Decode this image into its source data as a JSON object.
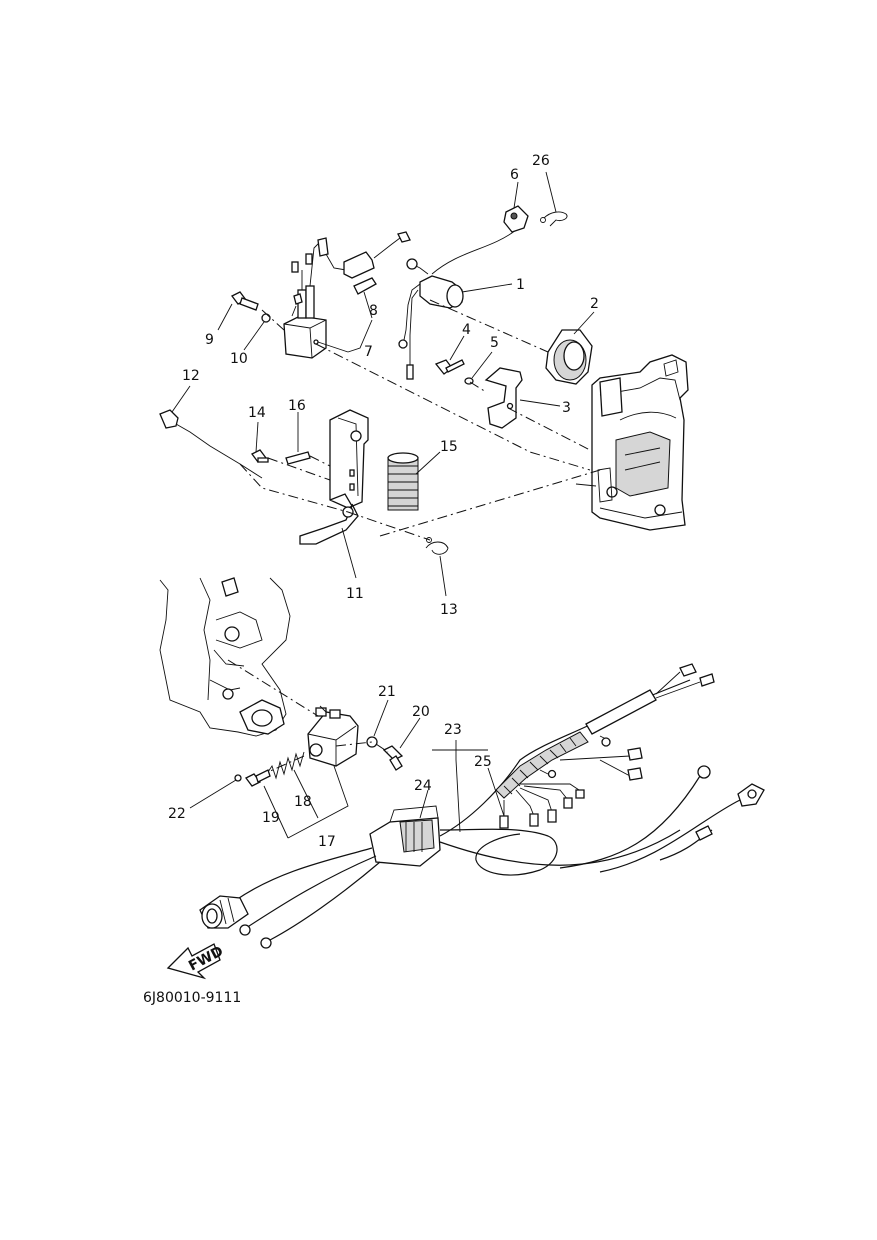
{
  "drawing_code": "6J80010-9111",
  "fwd_label": "FWD",
  "callouts": {
    "n1": "1",
    "n2": "2",
    "n3": "3",
    "n4": "4",
    "n5": "5",
    "n6": "6",
    "n7": "7",
    "n8": "8",
    "n9": "9",
    "n10": "10",
    "n11": "11",
    "n12": "12",
    "n13": "13",
    "n14": "14",
    "n15": "15",
    "n16": "16",
    "n17": "17",
    "n18": "18",
    "n19": "19",
    "n20": "20",
    "n21": "21",
    "n22": "22",
    "n23": "23",
    "n24": "24",
    "n25": "25",
    "n26": "26"
  }
}
